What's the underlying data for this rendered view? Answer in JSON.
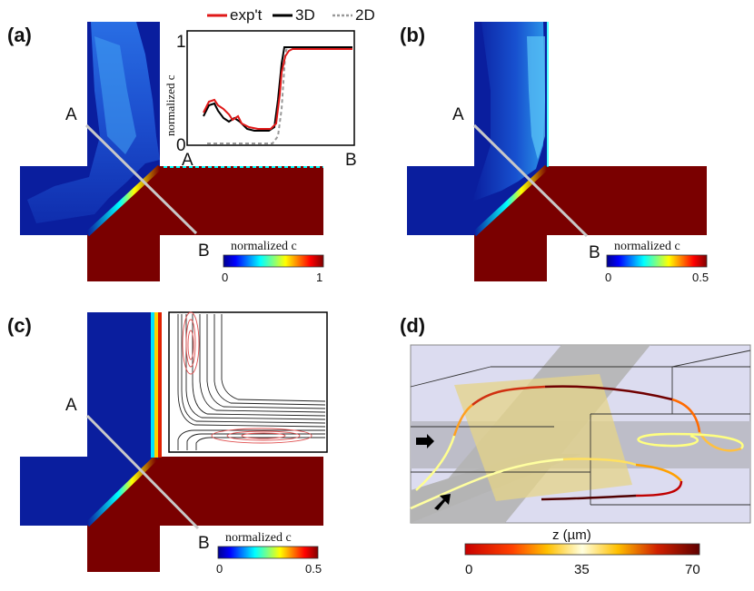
{
  "panels": {
    "a": {
      "label": "(a)",
      "point_a": "A",
      "point_b": "B",
      "colorbar": {
        "title": "normalized c",
        "min_label": "0",
        "max_label": "1"
      },
      "inset": {
        "legend": [
          "exp't",
          "3D",
          "2D"
        ],
        "ylabel": "normalized c",
        "y_top": "1",
        "y_bottom": "0",
        "x_left": "A",
        "x_right": "B"
      }
    },
    "b": {
      "label": "(b)",
      "point_a": "A",
      "point_b": "B",
      "colorbar": {
        "title": "normalized c",
        "min_label": "0",
        "max_label": "0.5"
      }
    },
    "c": {
      "label": "(c)",
      "point_a": "A",
      "point_b": "B",
      "colorbar": {
        "title": "normalized c",
        "min_label": "0",
        "max_label": "0.5"
      }
    },
    "d": {
      "label": "(d)",
      "colorbar": {
        "title": "z (µm)",
        "ticks": [
          "0",
          "35",
          "70"
        ]
      }
    }
  },
  "colors": {
    "channel_blue": "#0a1e9e",
    "channel_red": "#7a0000",
    "exp_line": "#e01818",
    "sim_3d_line": "#000000",
    "sim_2d_line": "#999999",
    "cut_line": "#c8c8c8"
  }
}
